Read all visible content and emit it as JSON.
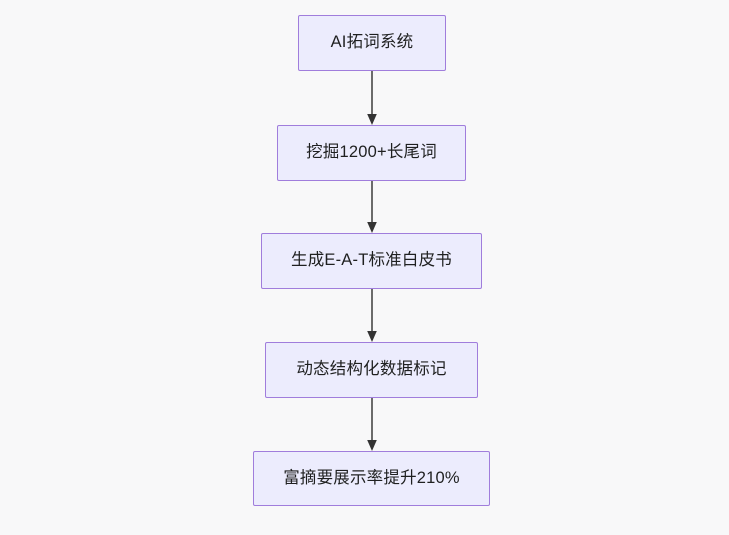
{
  "diagram": {
    "type": "flowchart",
    "direction": "top-to-bottom",
    "background_color": "#f8f8f9",
    "node_fill_color": "#ececfd",
    "node_border_color": "#a07ddc",
    "node_text_color": "#1f2020",
    "edge_color": "#6b6b6b",
    "nodes": [
      {
        "id": "node-0",
        "label": "AI拓词系统"
      },
      {
        "id": "node-1",
        "label": "挖掘1200+长尾词"
      },
      {
        "id": "node-2",
        "label": "生成E-A-T标准白皮书"
      },
      {
        "id": "node-3",
        "label": "动态结构化数据标记"
      },
      {
        "id": "node-4",
        "label": "富摘要展示率提升210%"
      }
    ],
    "edges": [
      {
        "id": "edge-0",
        "from": "node-0",
        "to": "node-1",
        "label": "",
        "arrow": "arrowhead-down-icon"
      },
      {
        "id": "edge-1",
        "from": "node-1",
        "to": "node-2",
        "label": "",
        "arrow": "arrowhead-down-icon"
      },
      {
        "id": "edge-2",
        "from": "node-2",
        "to": "node-3",
        "label": "",
        "arrow": "arrowhead-down-icon"
      },
      {
        "id": "edge-3",
        "from": "node-3",
        "to": "node-4",
        "label": "",
        "arrow": "arrowhead-down-icon"
      }
    ]
  }
}
